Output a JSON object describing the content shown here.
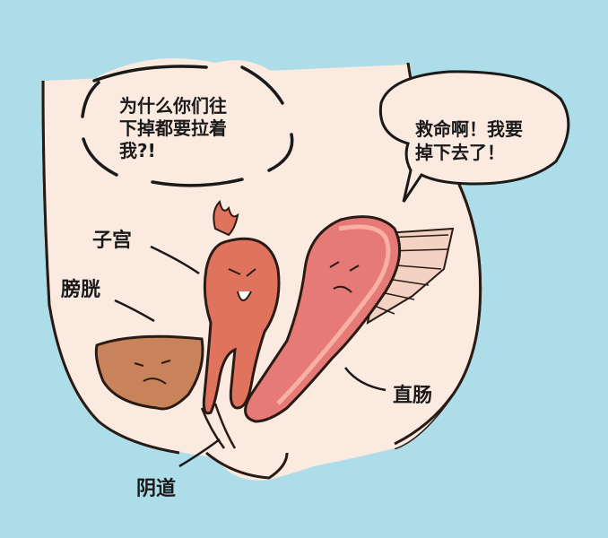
{
  "colors": {
    "background": "#acdde8",
    "body": "#fbeadf",
    "outline": "#2a1a14",
    "uterus": "#e0735e",
    "rectum": "#e57a76",
    "bladder": "#c8835a"
  },
  "bubbles": {
    "bladder_speech": [
      "为什么你们往",
      "下掉都要拉着",
      "我?!"
    ],
    "rectum_speech": [
      "救命啊！我要",
      "掉下去了！"
    ]
  },
  "labels": {
    "uterus": "子宫",
    "bladder": "膀胱",
    "rectum": "直肠",
    "vagina": "阴道"
  }
}
